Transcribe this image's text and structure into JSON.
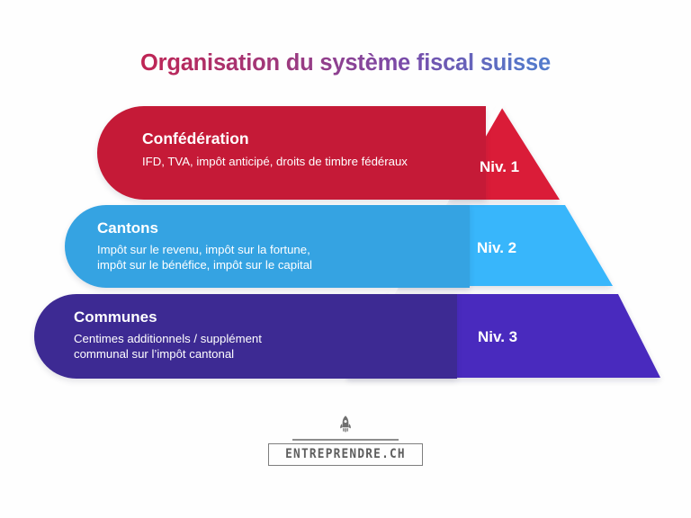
{
  "page": {
    "title": "Organisation du système fiscal suisse",
    "background_color": "#fefefe"
  },
  "title": {
    "text": "Organisation du système fiscal suisse",
    "gradient_from": "#d4124a",
    "gradient_to": "#4b96da"
  },
  "pyramid": {
    "levels": [
      {
        "name": "Confédération",
        "description": "IFD, TVA, impôt anticipé, droits de timbre fédéraux",
        "level_label": "Niv. 1",
        "bar_color": "#c51a37",
        "slice_color": "#da1f38"
      },
      {
        "name": "Cantons",
        "description": "Impôt sur le revenu, impôt sur la fortune,\nimpôt sur le bénéfice, impôt sur le capital",
        "level_label": "Niv. 2",
        "bar_color": "#35a3e2",
        "slice_color": "#38b6fb"
      },
      {
        "name": "Communes",
        "description": "Centimes additionnels / supplément\ncommunal sur l’impôt cantonal",
        "level_label": "Niv. 3",
        "bar_color": "#3d2a93",
        "slice_color": "#4a2cbe"
      }
    ]
  },
  "footer": {
    "logo_text": "ENTREPRENDRE.CH",
    "logo_icon": "rocket-icon",
    "logo_color": "#5e5e5e"
  }
}
